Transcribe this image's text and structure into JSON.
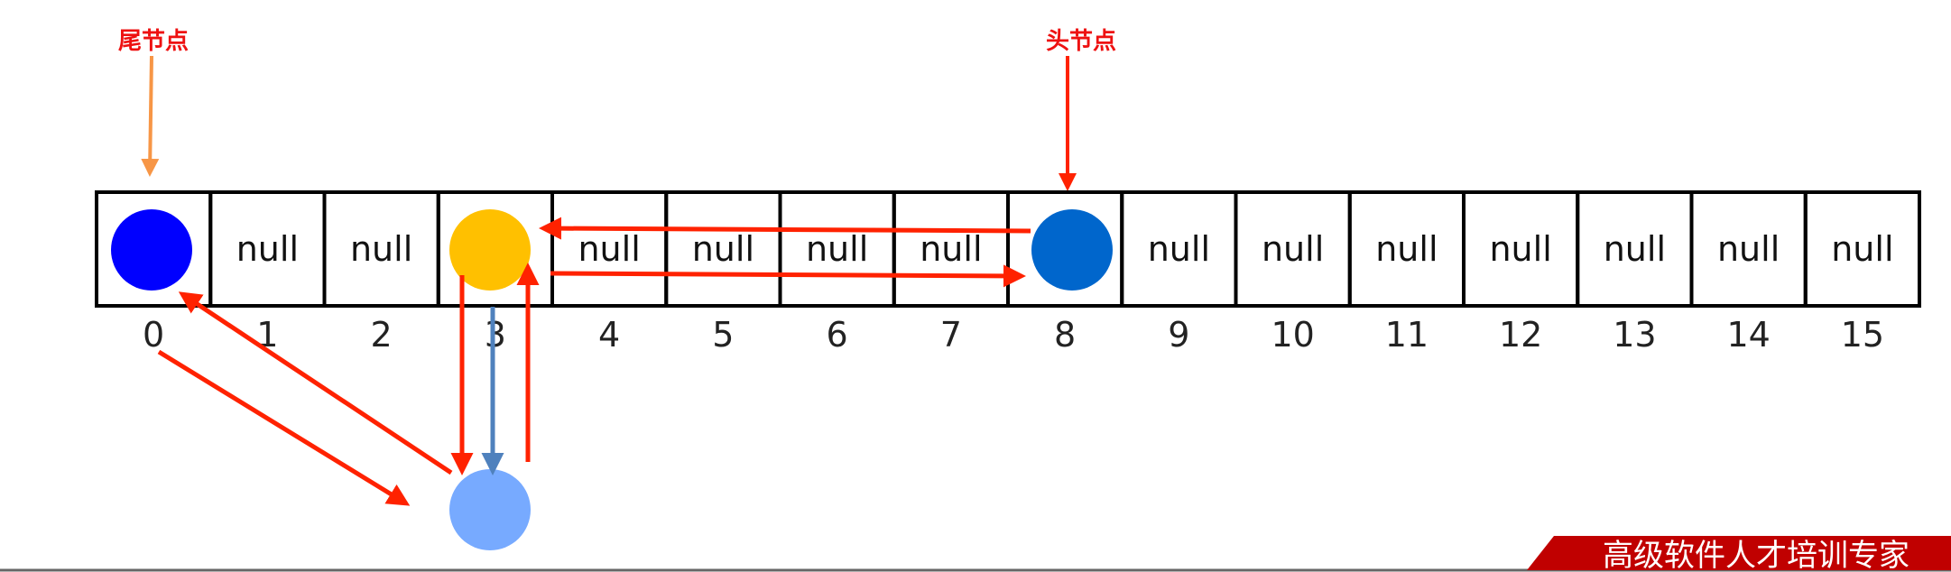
{
  "labels": {
    "tail": "尾节点",
    "head": "头节点"
  },
  "cells": [
    {
      "index": "0",
      "content": ""
    },
    {
      "index": "1",
      "content": "null"
    },
    {
      "index": "2",
      "content": "null"
    },
    {
      "index": "3",
      "content": ""
    },
    {
      "index": "4",
      "content": "null"
    },
    {
      "index": "5",
      "content": "null"
    },
    {
      "index": "6",
      "content": "null"
    },
    {
      "index": "7",
      "content": "null"
    },
    {
      "index": "8",
      "content": ""
    },
    {
      "index": "9",
      "content": "null"
    },
    {
      "index": "10",
      "content": "null"
    },
    {
      "index": "11",
      "content": "null"
    },
    {
      "index": "12",
      "content": "null"
    },
    {
      "index": "13",
      "content": "null"
    },
    {
      "index": "14",
      "content": "null"
    },
    {
      "index": "15",
      "content": "null"
    }
  ],
  "nodes": {
    "node_0": {
      "color": "#0000ff"
    },
    "node_3": {
      "color": "#ffc000"
    },
    "node_8": {
      "color": "#0066cc"
    },
    "new_node": {
      "color": "#77aaff"
    }
  },
  "colors": {
    "red_arrow": "#ff2200",
    "orange_arrow": "#f79646",
    "blue_arrow": "#4f81bd",
    "footer_bg": "#c00000"
  },
  "footer": {
    "text": "高级软件人才培训专家"
  }
}
